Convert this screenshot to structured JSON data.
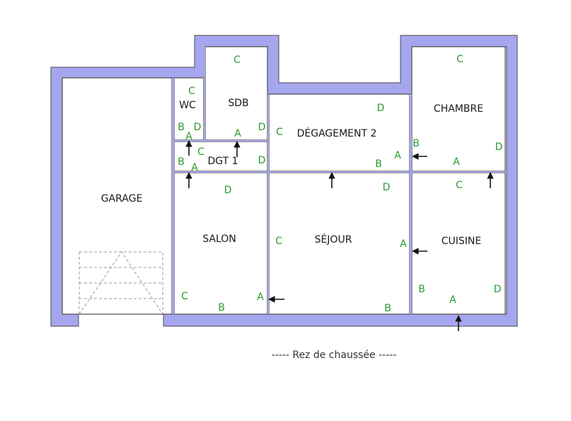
{
  "colors": {
    "wall": "#a6a6ef",
    "wall_line": "#4a4a4a",
    "letter": "#2e9a2e",
    "arrow": "#111111",
    "stair": "#9a9a9a"
  },
  "rooms": {
    "garage": "GARAGE",
    "wc": "WC",
    "sdb": "SDB",
    "degagement2": "DÉGAGEMENT 2",
    "chambre": "CHAMBRE",
    "dgt1": "DGT 1",
    "salon": "SALON",
    "sejour": "SÉJOUR",
    "cuisine": "CUISINE"
  },
  "wall_letters": {
    "wc": {
      "a": "A",
      "b": "B",
      "c": "C",
      "d": "D"
    },
    "sdb": {
      "a": "A",
      "c": "C",
      "d": "D"
    },
    "degagement2": {
      "a": "A",
      "b": "B",
      "c": "C",
      "d": "D"
    },
    "chambre": {
      "a": "A",
      "b": "B",
      "c": "C",
      "d": "D"
    },
    "dgt1": {
      "a": "A",
      "b": "B",
      "c": "C",
      "d": "D"
    },
    "salon": {
      "a": "A",
      "b": "B",
      "c": "C",
      "d": "D"
    },
    "sejour": {
      "a": "A",
      "b": "B",
      "c": "C",
      "d": "D"
    },
    "cuisine": {
      "a": "A",
      "b": "B",
      "c": "C",
      "d": "D"
    }
  },
  "caption": "----- Rez de chaussée -----"
}
